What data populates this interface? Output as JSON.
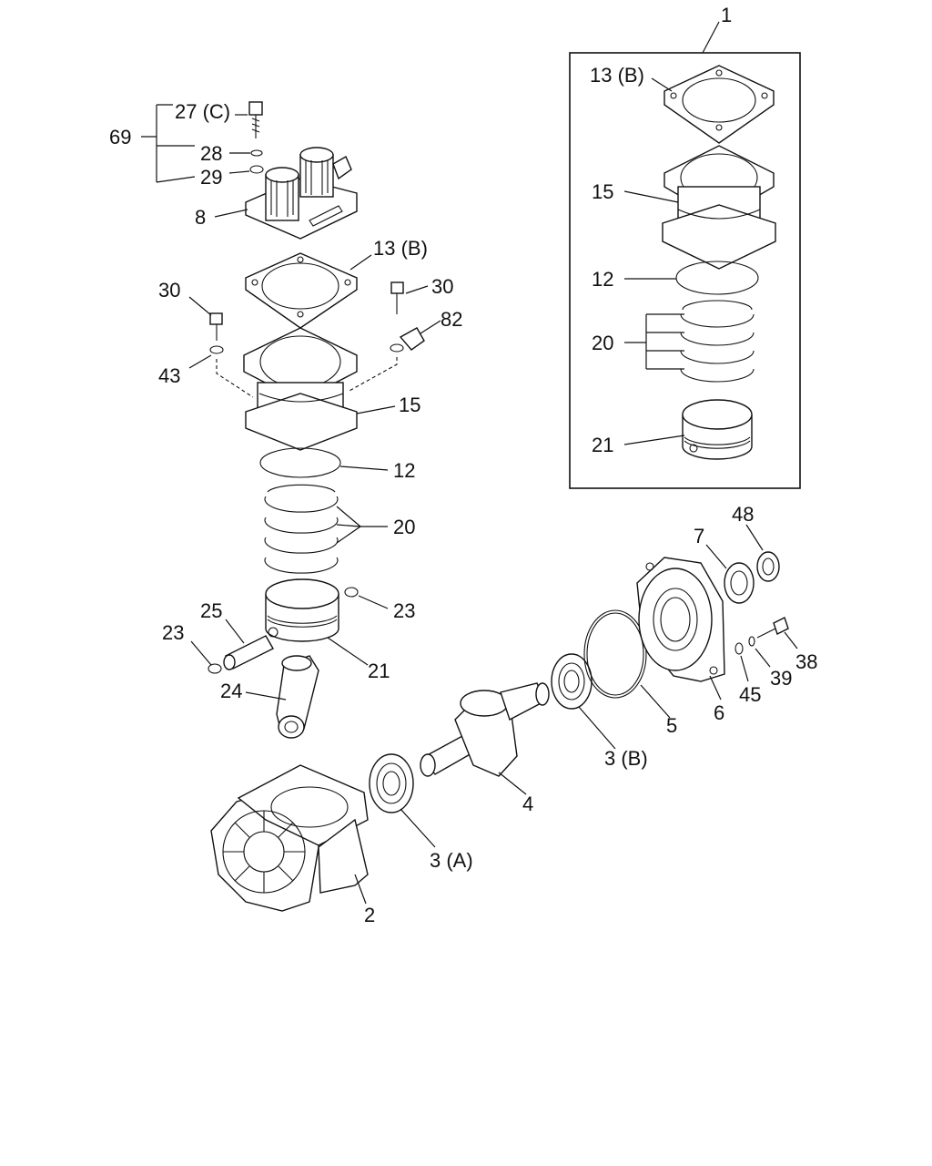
{
  "labels": {
    "l1": "1",
    "l13b_box": "13 (B)",
    "l15_box": "15",
    "l12_box": "12",
    "l20_box": "20",
    "l21_box": "21",
    "l69": "69",
    "l27c": "27 (C)",
    "l28": "28",
    "l29": "29",
    "l8": "8",
    "l13b": "13 (B)",
    "l30a": "30",
    "l30b": "30",
    "l82": "82",
    "l43": "43",
    "l15": "15",
    "l12": "12",
    "l20": "20",
    "l23a": "23",
    "l25": "25",
    "l23b": "23",
    "l21": "21",
    "l24": "24",
    "l48": "48",
    "l7": "7",
    "l38": "38",
    "l39": "39",
    "l45": "45",
    "l6": "6",
    "l5": "5",
    "l3b": "3 (B)",
    "l4": "4",
    "l3a": "3 (A)",
    "l2": "2"
  }
}
